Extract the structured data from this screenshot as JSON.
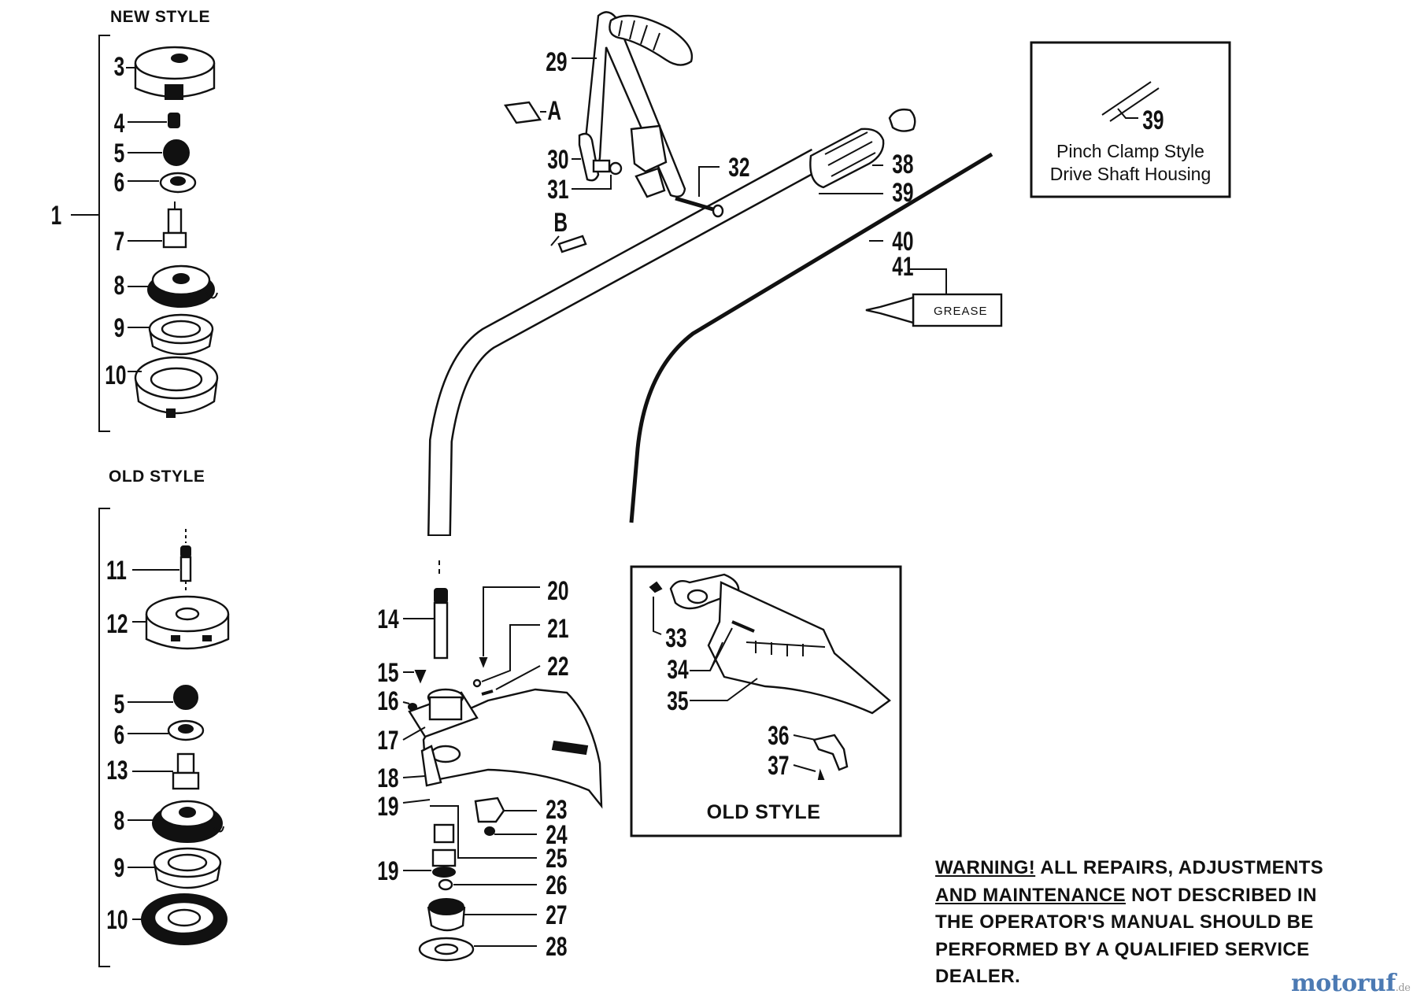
{
  "labels": {
    "new_style": "NEW STYLE",
    "old_style_left": "OLD STYLE",
    "old_style_inset": "OLD STYLE",
    "pinch_line1": "Pinch Clamp Style",
    "pinch_line2": "Drive Shaft Housing",
    "grease": "GREASE"
  },
  "callouts": {
    "n1": "1",
    "n3": "3",
    "n4": "4",
    "n5": "5",
    "n6": "6",
    "n7": "7",
    "n8": "8",
    "n9": "9",
    "n10": "10",
    "n11": "11",
    "n12": "12",
    "n5b": "5",
    "n6b": "6",
    "n13": "13",
    "n8b": "8",
    "n9b": "9",
    "n10b": "10",
    "n14": "14",
    "n15": "15",
    "n16": "16",
    "n17": "17",
    "n18": "18",
    "n19": "19",
    "n19b": "19",
    "n20": "20",
    "n21": "21",
    "n22": "22",
    "n23": "23",
    "n24": "24",
    "n25": "25",
    "n26": "26",
    "n27": "27",
    "n28": "28",
    "n29": "29",
    "nA": "A",
    "n30": "30",
    "n31": "31",
    "n32": "32",
    "nB": "B",
    "n33": "33",
    "n34": "34",
    "n35": "35",
    "n36": "36",
    "n37": "37",
    "n38": "38",
    "n39": "39",
    "n39b": "39",
    "n40": "40",
    "n41": "41"
  },
  "warning": {
    "lead": "WARNING!",
    "line1_rest": " ALL REPAIRS, ADJUSTMENTS",
    "line2_underlined": "AND MAINTENANCE",
    "line2_rest": " NOT DESCRIBED IN",
    "line3": "THE OPERATOR'S MANUAL SHOULD BE",
    "line4": "PERFORMED BY A QUALIFIED SERVICE",
    "line5": "DEALER."
  },
  "watermark": {
    "brand": "motoruf",
    "tld": ".de"
  }
}
